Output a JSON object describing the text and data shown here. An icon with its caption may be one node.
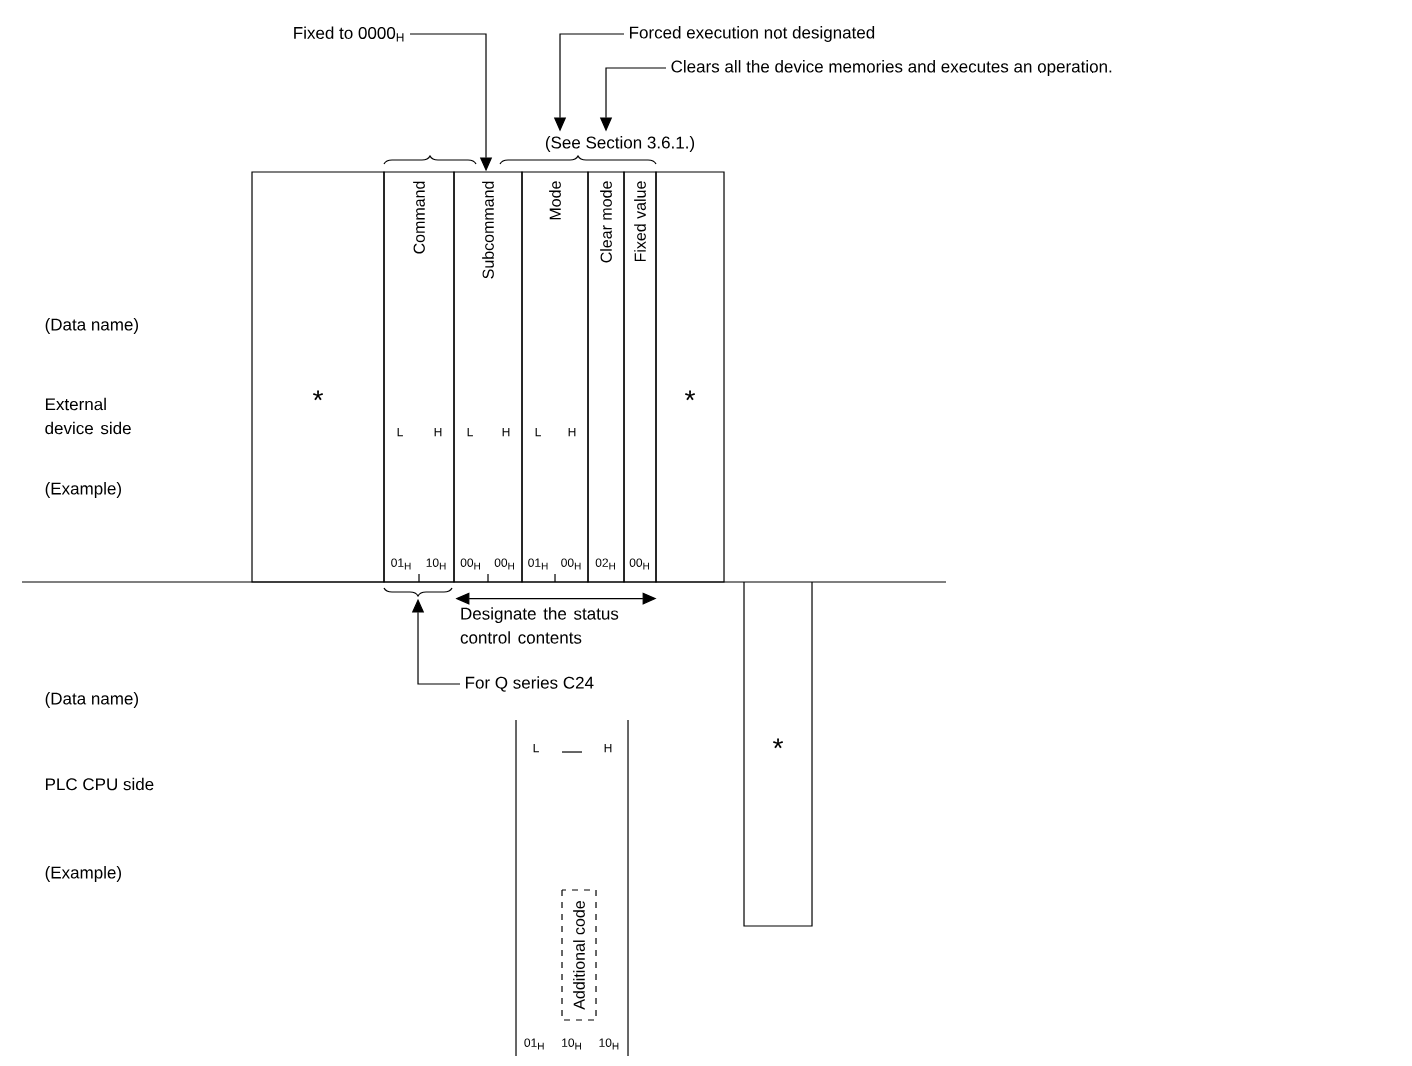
{
  "diagram": {
    "nodes": [
      {
        "text": [
          "Fixed to 0000$_{H}$"
        ]
      },
      {
        "text": [
          "Forced execution not designated"
        ]
      },
      {
        "text": [
          "Clears all the device memories and executes an operation."
        ]
      },
      {
        "text": [
          "(See Section 3.6.1.)"
        ]
      },
      {
        "text": [
          "*"
        ]
      },
      {
        "text": [
          "Command",
          "L",
          "H",
          "01$_{H}$",
          "10$_{H}$"
        ]
      },
      {
        "text": [
          "Subcommand",
          "L",
          "H",
          "00$_{H}$",
          "00$_{H}$"
        ]
      },
      {
        "text": [
          "Mode",
          "L",
          "H",
          "01$_{H}$",
          "00$_{H}$"
        ]
      },
      {
        "text": [
          "Clear mode",
          "02$_{H}$"
        ]
      },
      {
        "text": [
          "Fixed value",
          "00$_{H}$"
        ]
      },
      {
        "text": [
          "*"
        ]
      },
      {
        "text": [
          "For Q series C24"
        ]
      },
      {
        "text": [
          "L",
          "H",
          "01$_{H}$",
          "10$_{H}$",
          "10$_{H}$"
        ]
      },
      {
        "text": [
          "Additional code"
        ],
        "in": 12
      },
      {
        "text": [
          "*"
        ]
      }
    ],
    "edges": [
      {
        "from": 0,
        "to": 6,
        "arrow": "to"
      },
      {
        "from": 1,
        "to": 3,
        "arrow": "to"
      },
      {
        "from": 2,
        "to": 3,
        "arrow": "to"
      },
      {
        "from": 11,
        "to": 5,
        "arrow": "to"
      },
      {
        "from": 6,
        "to": 9,
        "arrow": "both",
        "label": "Designate the status control contents"
      }
    ],
    "labels": [
      "(Data name)",
      "External device side",
      "(Example)",
      "(Data name)",
      "PLC CPU side",
      "(Example)"
    ]
  }
}
